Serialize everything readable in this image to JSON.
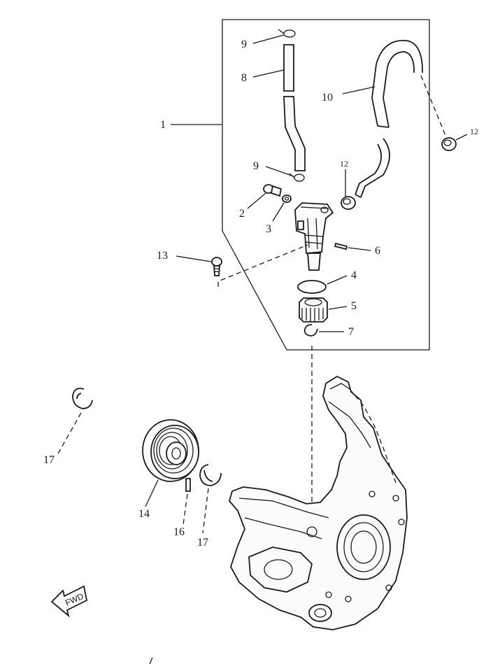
{
  "callouts": {
    "c1": "1",
    "c2": "2",
    "c3": "3",
    "c4": "4",
    "c5": "5",
    "c6": "6",
    "c7": "7",
    "c8": "8",
    "c9a": "9",
    "c9b": "9",
    "c10": "10",
    "c12a": "12",
    "c12b": "12",
    "c13": "13",
    "c14": "14",
    "c16": "16",
    "c17a": "17",
    "c17b": "17"
  },
  "fwd_label": "FWD",
  "colors": {
    "ink": "#1a1a1a",
    "paper": "#ffffff"
  }
}
